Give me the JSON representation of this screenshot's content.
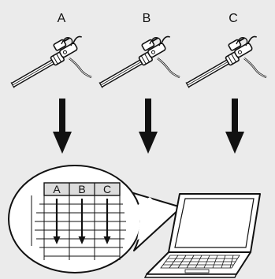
{
  "diagram": {
    "sensors": [
      {
        "label": "A"
      },
      {
        "label": "B"
      },
      {
        "label": "C"
      }
    ],
    "table": {
      "columns": [
        "A",
        "B",
        "C"
      ]
    },
    "colors": {
      "background": "#ebebeb",
      "stroke": "#111111",
      "fill": "#ffffff"
    },
    "icons": [
      "pressure-sensor-icon",
      "down-arrow-icon",
      "magnifier-bubble",
      "laptop-icon"
    ]
  }
}
